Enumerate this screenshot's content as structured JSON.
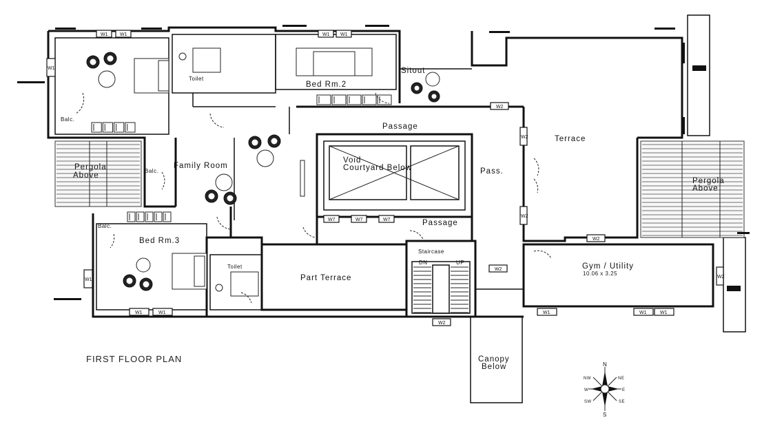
{
  "title": "FIRST FLOOR PLAN",
  "rooms": {
    "bed2": "Bed Rm.2",
    "bed3": "Bed Rm.3",
    "sitout": "Sitout",
    "passage_top": "Passage",
    "passage_bottom": "Passage",
    "pass": "Pass.",
    "terrace": "Terrace",
    "family": "Family Room",
    "void1": "Void",
    "void2": "Courtyard Below",
    "pergola_left_1": "Pergola",
    "pergola_left_2": "Above",
    "pergola_right_1": "Pergola",
    "pergola_right_2": "Above",
    "gym": "Gym / Utility",
    "gym_dim": "10.06 x 3.25",
    "part_terrace": "Part Terrace",
    "staircase": "Staircase",
    "dn": "DN",
    "up": "UP",
    "canopy_1": "Canopy",
    "canopy_2": "Below",
    "toilet_top": "Toilet",
    "toilet_bottom": "Toilet",
    "balc_top": "Balc.",
    "balc_mid": "Balc.",
    "balc_low": "Balc."
  },
  "window_tags": {
    "w1": "W1",
    "w2": "W2",
    "w7": "W7"
  },
  "compass": {
    "n": "N",
    "ne": "NE",
    "nw": "NW",
    "e": "E",
    "w": "W",
    "se": "SE",
    "sw": "SW",
    "s": "S"
  }
}
